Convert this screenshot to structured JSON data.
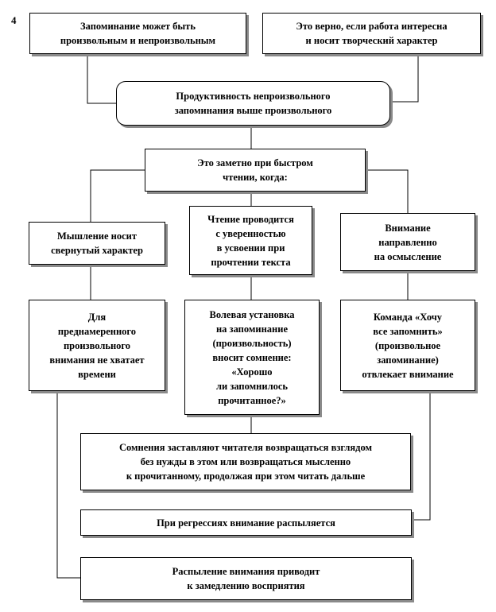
{
  "page_number": "4",
  "colors": {
    "line": "#000000",
    "box_fill": "#ffffff",
    "shadow": "#8a8a8a"
  },
  "nodes": {
    "memorization_types": "Запоминание может быть\nпроизвольным и непроизвольным",
    "interest_condition": "Это верно, если работа интересна\nи носит творческий характер",
    "involuntary_productivity": "Продуктивность непроизвольного\nзапоминания выше произвольного",
    "fast_reading": "Это заметно при быстром\nчтении, когда:",
    "collapsed_thinking": "Мышление носит\nсвернутый характер",
    "confident_reading": "Чтение проводится\nс уверенностью\nв усвоении при\nпрочтении текста",
    "attention_meaning": "Внимание\nнаправленно\nна осмысление",
    "no_time": "Для\nпреднамеренного\nпроизвольного\nвнимания не хватает\nвремени",
    "volitional_setting": "Волевая установка\nна запоминание\n(произвольность)\nвносит сомнение:\n«Хорошо\nли запомнилось\nпрочитанное?»",
    "remember_all": "Команда «Хочу\nвсе запомнить»\n(произвольное\nзапоминание)\nотвлекает внимание",
    "doubts_regression": "Сомнения заставляют читателя возвращаться взглядом\nбез нужды в этом или возвращаться мысленно\nк прочитанному, продолжая при этом читать дальше",
    "regression_scatter": "При регрессиях внимание распыляется",
    "scatter_slowdown": "Распыление внимания приводит\nк замедлению восприятия"
  }
}
